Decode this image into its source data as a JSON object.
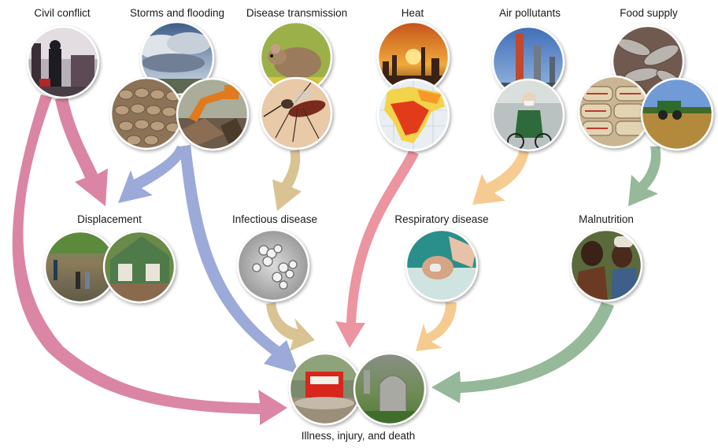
{
  "labels": {
    "civil_conflict": "Civil conflict",
    "storms_flooding": "Storms and flooding",
    "disease_transmission": "Disease transmission",
    "heat": "Heat",
    "air_pollutants": "Air pollutants",
    "food_supply": "Food supply",
    "displacement": "Displacement",
    "infectious_disease": "Infectious disease",
    "respiratory_disease": "Respiratory disease",
    "malnutrition": "Malnutrition",
    "illness_injury_death": "Illness, injury, and death"
  },
  "arrow_colors": {
    "pink": "#d97f9f",
    "blue": "#96a6d6",
    "tan": "#d9c08e",
    "rose": "#eb8f9b",
    "orange": "#f6c98a",
    "green": "#8fb594"
  }
}
